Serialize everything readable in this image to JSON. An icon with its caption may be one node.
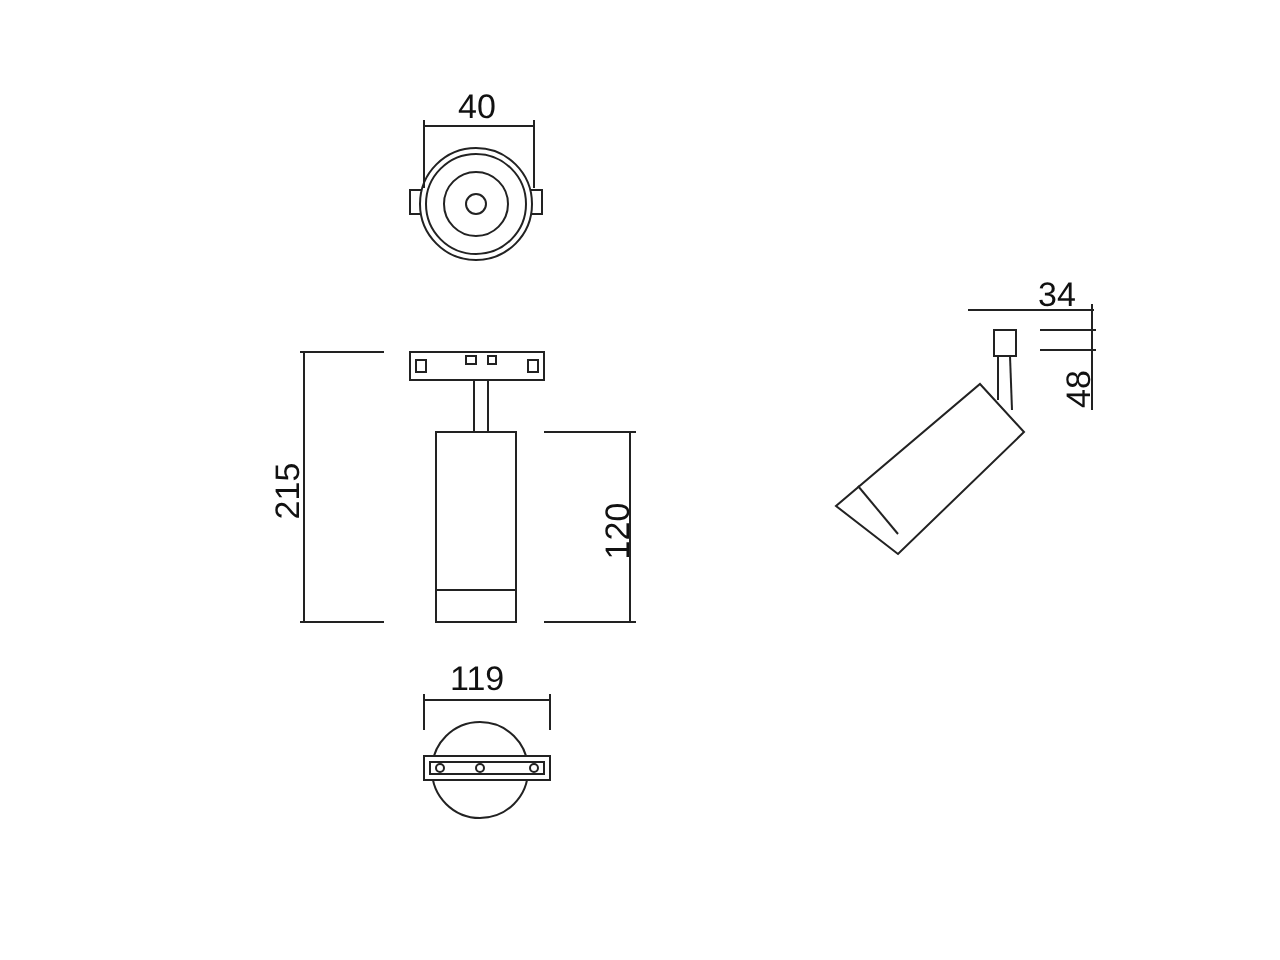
{
  "diagram": {
    "labels": [
      "40",
      "34",
      "48",
      "215",
      "120",
      "119"
    ]
  }
}
